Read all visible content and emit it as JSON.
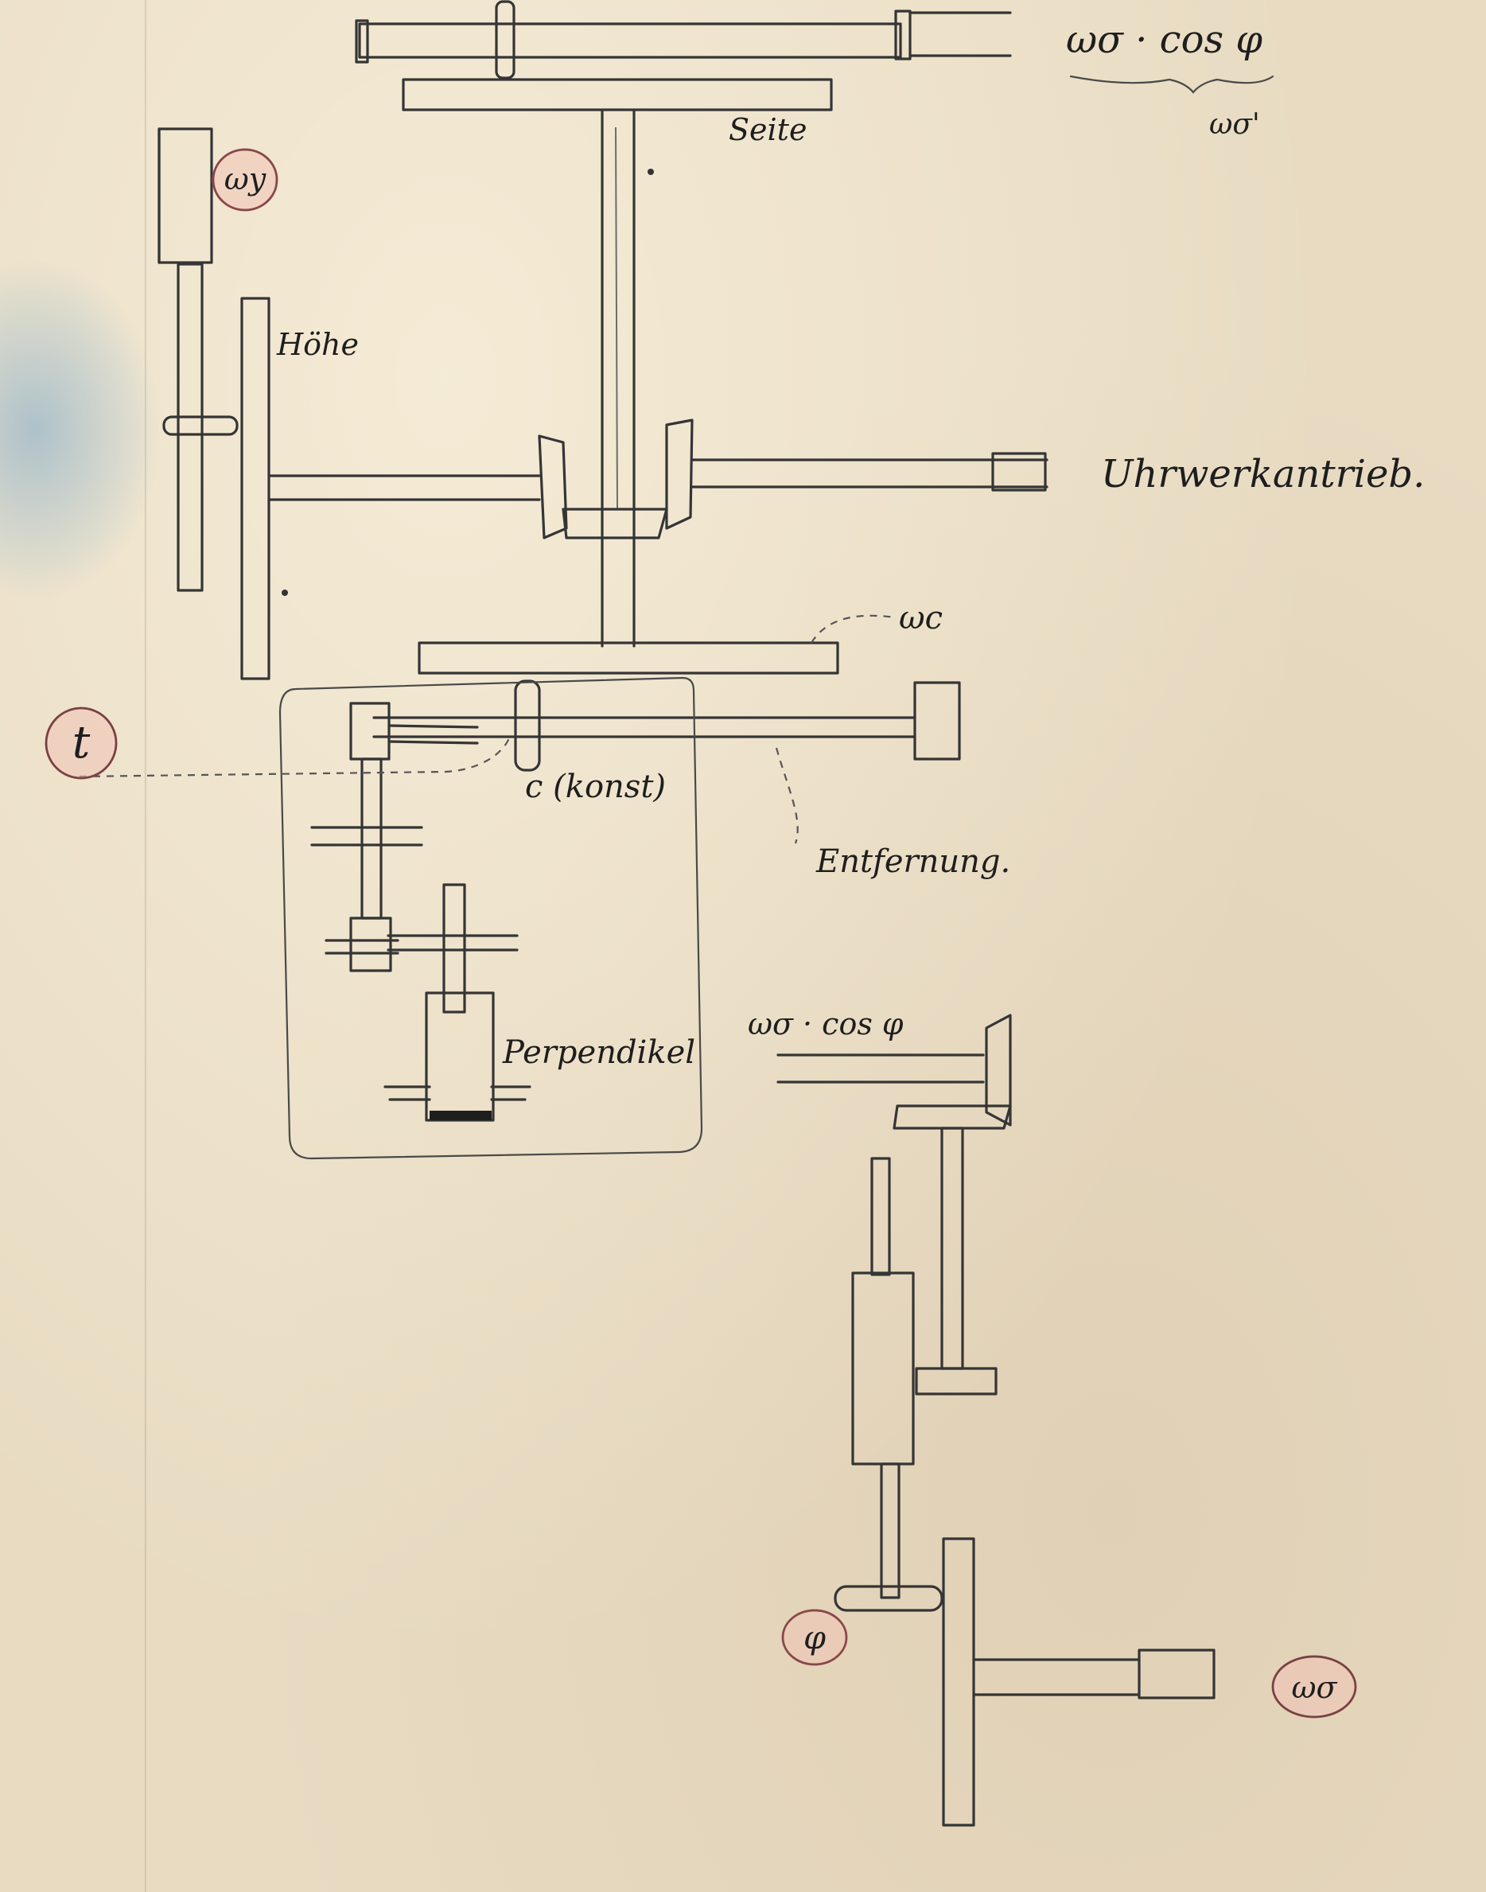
{
  "labels": {
    "seite": "Seite",
    "hoehe": "Höhe",
    "uhrwerkantrieb": "Uhrwerkantrieb.",
    "konst": "c (konst)",
    "entfernung": "Entfernung.",
    "perpendikel": "Perpendikel",
    "omega_c": "ωc",
    "omega_sigma_cos_top": "ωσ · cos φ",
    "omega_sigma_prime": "ωσ'",
    "omega_sigma_cos_mid": "ωσ · cos φ"
  },
  "markers": {
    "omega_y": "ωy",
    "t": "t",
    "phi": "φ",
    "omega_sigma": "ωσ"
  },
  "colors": {
    "paper": "#e8dbc2",
    "pencil": "#353535",
    "marker_fill": "#f0c2b6",
    "marker_stroke": "#c86464",
    "stain": "#78a5c8"
  }
}
